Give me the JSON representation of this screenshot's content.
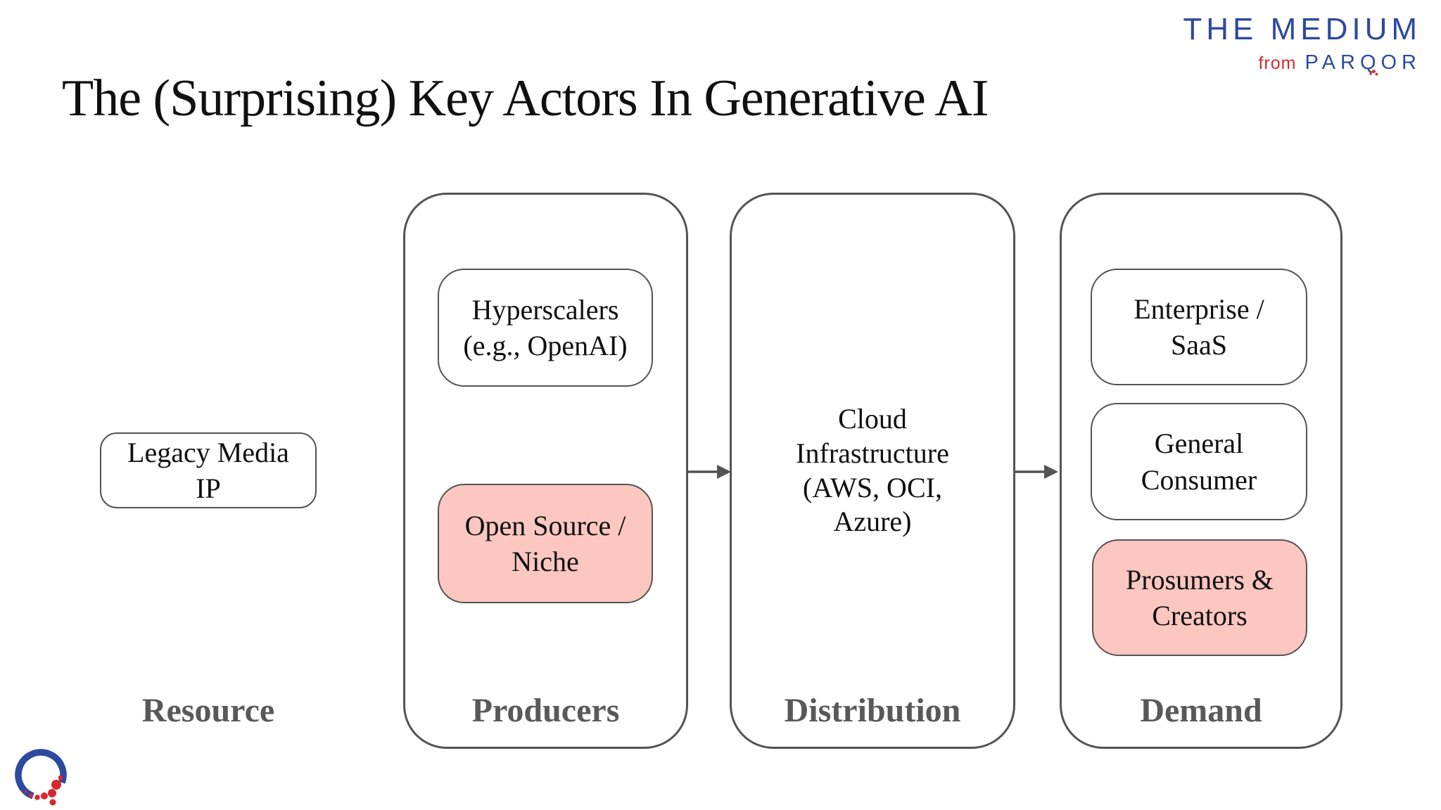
{
  "brand": {
    "title": "THE MEDIUM",
    "from_label": "from",
    "parqor_pre": "PAR",
    "parqor_q": "Q",
    "parqor_post": "OR",
    "blue": "#2d4a9e",
    "red": "#d7282e"
  },
  "title": "The (Surprising) Key Actors In Generative AI",
  "colors": {
    "outline_gray": "#545454",
    "label_gray": "#595959",
    "highlight_pink": "#fbc7c0",
    "background": "#ffffff",
    "text": "#101010"
  },
  "diagram": {
    "resource": {
      "label": "Resource",
      "box": {
        "lines": [
          "Legacy Media",
          "IP"
        ],
        "highlighted": false
      }
    },
    "producers": {
      "label": "Producers",
      "boxes": [
        {
          "lines": [
            "Hyperscalers",
            "(e.g., OpenAI)"
          ],
          "highlighted": false
        },
        {
          "lines": [
            "Open Source /",
            "Niche"
          ],
          "highlighted": true
        }
      ]
    },
    "distribution": {
      "label": "Distribution",
      "text_lines": [
        "Cloud",
        "Infrastructure",
        "(AWS, OCI,",
        "Azure)"
      ]
    },
    "demand": {
      "label": "Demand",
      "boxes": [
        {
          "lines": [
            "Enterprise /",
            "SaaS"
          ],
          "highlighted": false
        },
        {
          "lines": [
            "General",
            "Consumer"
          ],
          "highlighted": false
        },
        {
          "lines": [
            "Prosumers &",
            "Creators"
          ],
          "highlighted": true
        }
      ]
    },
    "arrows": [
      {
        "from": "producers",
        "to": "distribution"
      },
      {
        "from": "distribution",
        "to": "demand"
      }
    ]
  }
}
